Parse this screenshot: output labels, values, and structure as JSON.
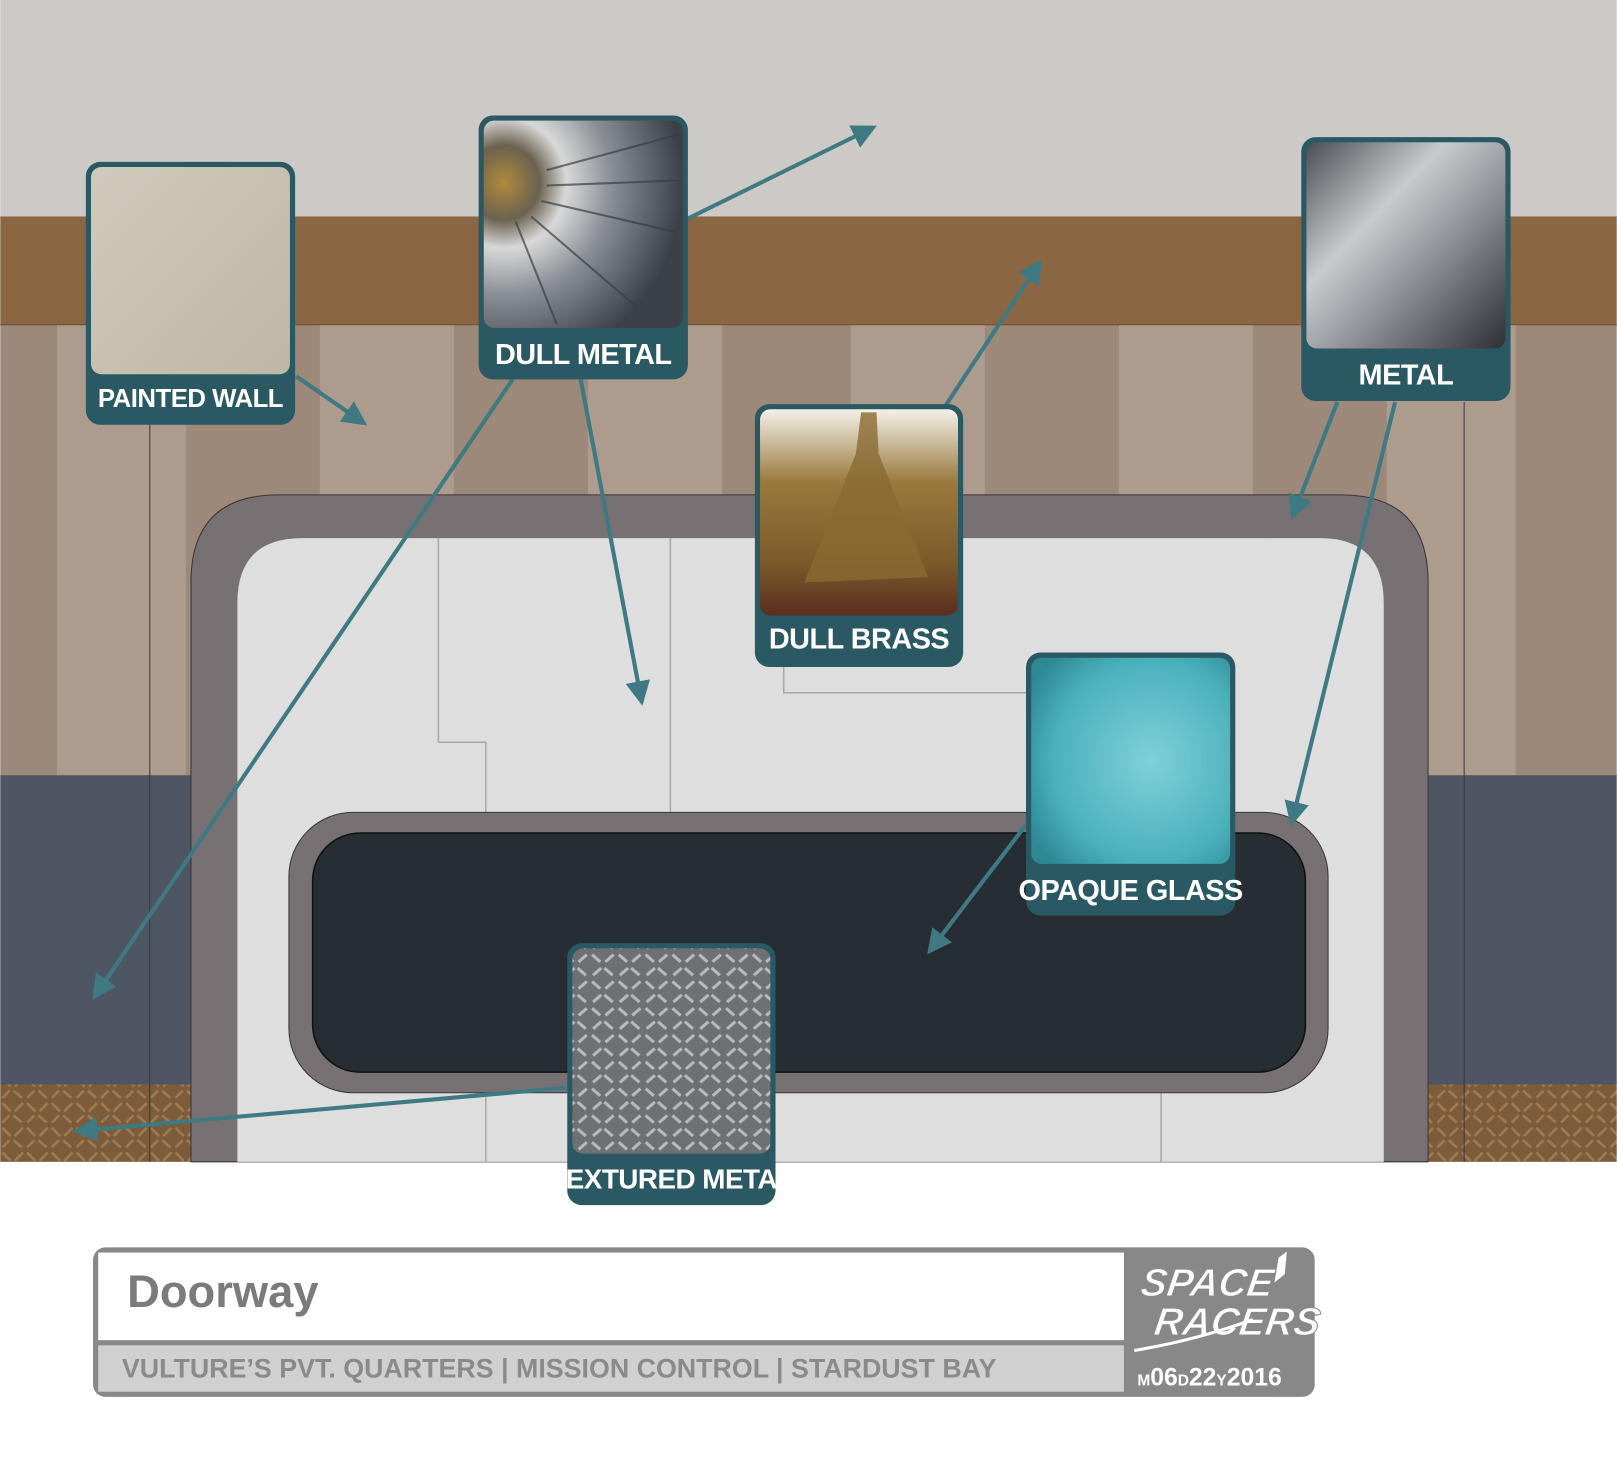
{
  "callouts": [
    {
      "id": "painted-wall",
      "label": "PAINTED WALL"
    },
    {
      "id": "dull-metal",
      "label": "DULL  METAL"
    },
    {
      "id": "metal",
      "label": "METAL"
    },
    {
      "id": "dull-brass",
      "label": "DULL BRASS"
    },
    {
      "id": "opaque-glass",
      "label": "OPAQUE GLASS"
    },
    {
      "id": "textured-metal",
      "label": "TEXTURED METAL"
    }
  ],
  "title_block": {
    "title": "Doorway",
    "subtitle": "VULTURE’S PVT. QUARTERS | MISSION CONTROL | STARDUST BAY",
    "logo_text": [
      "SPACE",
      "RACERS"
    ],
    "date": {
      "m_prefix": "M",
      "month": "06",
      "d_prefix": "D",
      "day": "22",
      "y_prefix": "Y",
      "year": "2016"
    }
  },
  "colors": {
    "callout": "#2a5963",
    "arrow": "#3f7a84",
    "frame": "#787174",
    "window": "#262e33",
    "ceiling": "#cdc9c6",
    "trim": "#8a6642",
    "navy": "#4e5664"
  }
}
